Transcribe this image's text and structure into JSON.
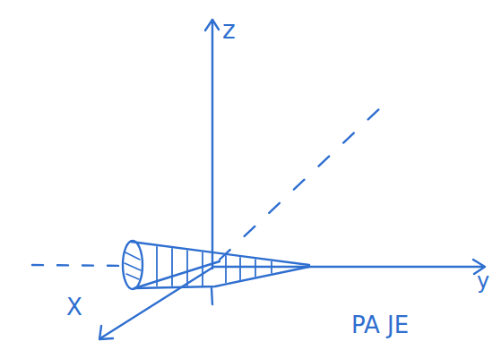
{
  "diagram": {
    "labels": [
      "z",
      "y",
      "X",
      "PA JE"
    ]
  }
}
